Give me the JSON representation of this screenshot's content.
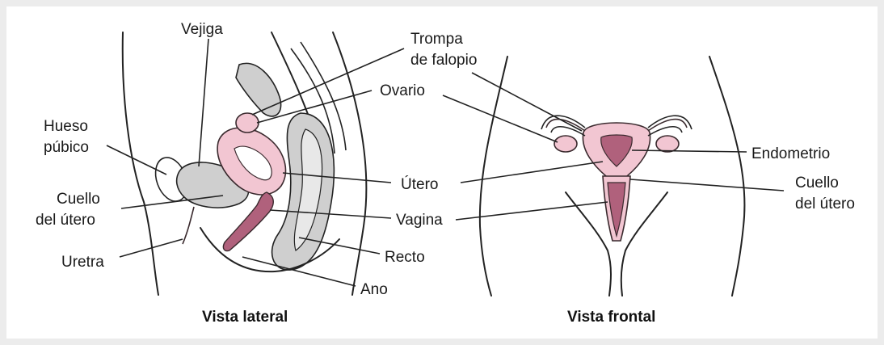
{
  "colors": {
    "organ_fill": "#f2c6d2",
    "organ_dark": "#b0617c",
    "gray_fill": "#cfcfcf",
    "line": "#222222",
    "background": "#ececec",
    "panel": "#ffffff"
  },
  "lateral": {
    "caption": "Vista lateral",
    "labels": {
      "vejiga": "Vejiga",
      "hueso_line1": "Hueso",
      "hueso_line2": "púbico",
      "cuello_line1": "Cuello",
      "cuello_line2": "del útero",
      "uretra": "Uretra",
      "trompa_line1": "Trompa",
      "trompa_line2": "de falopio",
      "ovario": "Ovario",
      "utero": "Útero",
      "vagina": "Vagina",
      "recto": "Recto",
      "ano": "Ano"
    }
  },
  "frontal": {
    "caption": "Vista frontal",
    "labels": {
      "endometrio": "Endometrio",
      "cuello_line1": "Cuello",
      "cuello_line2": "del útero"
    }
  }
}
